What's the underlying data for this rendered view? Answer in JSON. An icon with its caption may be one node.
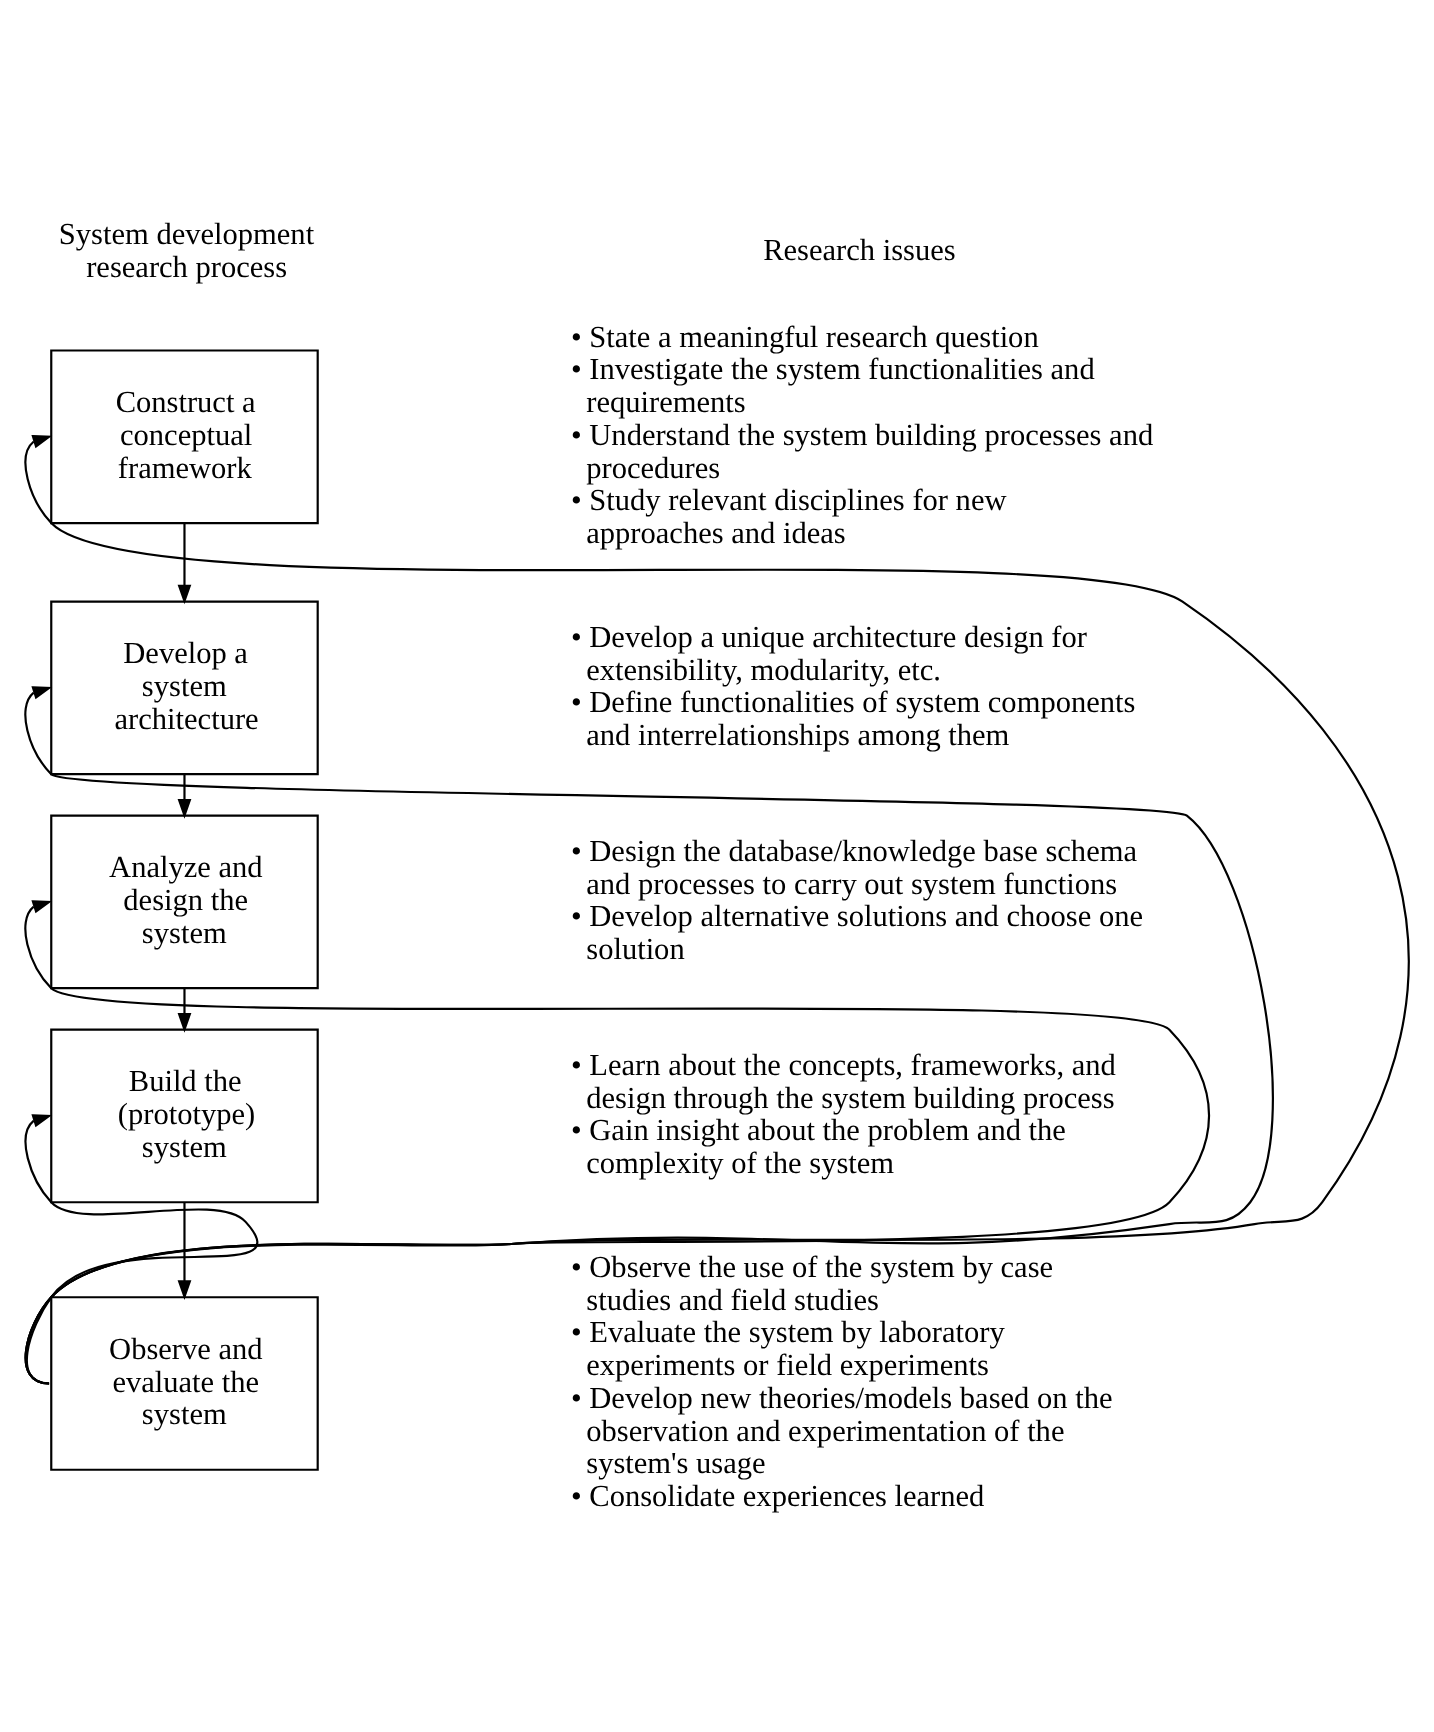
{
  "diagram": {
    "nodes": [
      {
        "text": [
          "Construct a conceptual framework"
        ],
        "beside": [
          "• State a meaningful research question",
          "• Investigate the system functionalities and requirements",
          "• Understand the system building processes and procedures",
          "• Study relevant disciplines for new approaches and ideas"
        ]
      },
      {
        "text": [
          "Develop a system architecture"
        ],
        "beside": [
          "• Develop a unique architecture design for extensibility, modularity, etc.",
          "• Define functionalities of system components and interrelationships among them"
        ]
      },
      {
        "text": [
          "Analyze and design the system"
        ],
        "beside": [
          "• Design the database/knowledge base schema and processes to carry out system functions",
          "• Develop alternative solutions and choose one solution"
        ]
      },
      {
        "text": [
          "Build the (prototype) system"
        ],
        "beside": [
          "• Learn about the concepts, frameworks, and design through the system building process",
          "• Gain insight about the problem and the complexity of the system"
        ]
      },
      {
        "text": [
          "Observe and evaluate the system"
        ],
        "beside": [
          "• Observe the use of the system by case studies and field studies",
          "• Evaluate the system by laboratory experiments or field experiments",
          "• Develop new theories/models based on the observation and experimentation of the system's usage",
          "• Consolidate experiences learned"
        ]
      }
    ],
    "edges": [
      {
        "from": 0,
        "to": 1,
        "arrow": "to"
      },
      {
        "from": 1,
        "to": 2,
        "arrow": "to"
      },
      {
        "from": 2,
        "to": 3,
        "arrow": "to"
      },
      {
        "from": 3,
        "to": 4,
        "arrow": "to"
      },
      {
        "from": 4,
        "to": 0,
        "arrow": "to"
      },
      {
        "from": 4,
        "to": 1,
        "arrow": "to"
      },
      {
        "from": 4,
        "to": 2,
        "arrow": "to"
      },
      {
        "from": 4,
        "to": 3,
        "arrow": "to"
      }
    ],
    "labels": [
      "System development research process",
      "Research issues"
    ]
  }
}
